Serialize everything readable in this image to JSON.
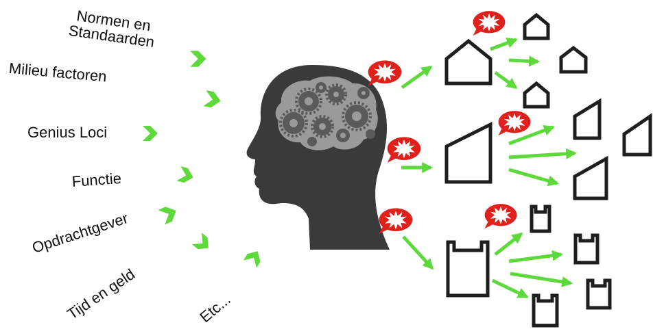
{
  "factors": [
    {
      "label": "Normen en\nStandaarden"
    },
    {
      "label": "Milieu factoren"
    },
    {
      "label": "Genius Loci"
    },
    {
      "label": "Functie"
    },
    {
      "label": "Opdrachtgever"
    },
    {
      "label": "Tijd en geld"
    },
    {
      "label": "Etc..."
    }
  ],
  "colors": {
    "chevron": "#5dd93b",
    "arrow": "#5dd93b",
    "burst": "#e0201b",
    "head": "#3a3a3a",
    "brain": "#9a9a9a",
    "outline": "#1e1e1e"
  },
  "diagram": {
    "center_icon": "head-with-gears-icon",
    "idea_icon": "speech-bubble-burst-icon",
    "shape_groups": [
      "house-shapes",
      "trapezoid-shapes",
      "container-shapes"
    ]
  }
}
